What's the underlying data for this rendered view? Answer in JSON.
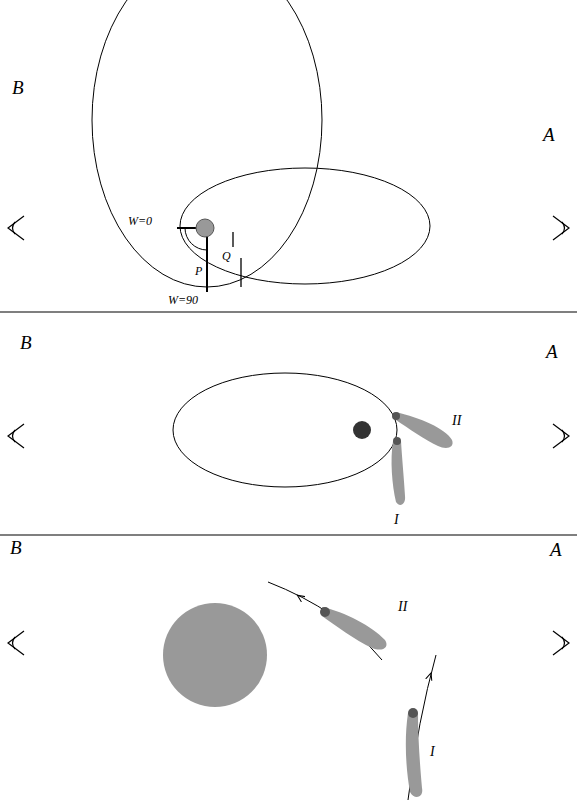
{
  "diagram": {
    "labels": [
      "B",
      "A",
      "W=0",
      "W=90",
      "P",
      "Q",
      "B",
      "A",
      "II",
      "I",
      "B",
      "A",
      "II",
      "I"
    ]
  }
}
